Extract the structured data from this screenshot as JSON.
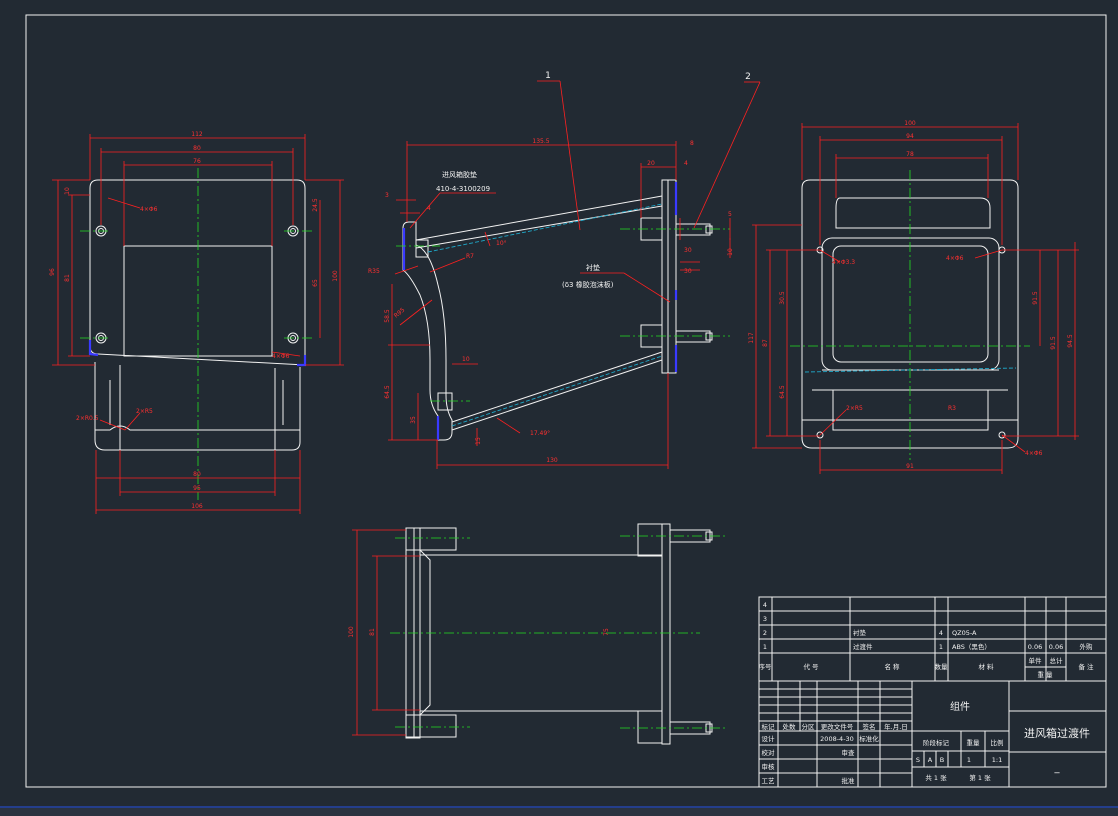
{
  "colors": {
    "background": "#222a33",
    "geometry": "#f2f2f2",
    "dimension": "#ff2020",
    "centerline": "#22dd22",
    "hidden": "#1fa8c9",
    "highlight": "#3a3aff"
  },
  "callouts": {
    "part1": "1",
    "part2": "2"
  },
  "labels": {
    "flange_title": "进风箱胶垫",
    "flange_code": "410-4-3100209",
    "liner_title": "衬垫",
    "liner_sub": "(δ3 橡胶泡沫板)"
  },
  "dims": {
    "front": {
      "w_overall_top": "112",
      "w_mid": "80",
      "w_inner": "76",
      "h_left_outer": "96",
      "h_left_inner": "81",
      "h_right": "100",
      "h_right_inner": "65",
      "small_top_left": "10",
      "small_top_right": "24.5",
      "hole_tl": "4×Φ6",
      "hole_br": "4×Φ6",
      "w_bottom_inner": "80",
      "w_bottom_mid": "95",
      "w_bottom_outer": "106",
      "notch_left": "2×R0.5",
      "notch_right": "2×R5"
    },
    "side": {
      "top_length": "135.5",
      "right_small": "8",
      "right_top1": "20",
      "right_top2": "4",
      "left_3": "3",
      "left_4": "4",
      "angle_top": "10°",
      "r_mid": "R7",
      "r_left": "R35",
      "h_58": "58.5",
      "r_bend": "R95",
      "h_left_bottom": "64.5",
      "h_10": "10",
      "h_35": "35",
      "h_15": "15",
      "angle_bottom": "17.49°",
      "bottom_length": "130",
      "right_30a": "30",
      "right_30b": "30",
      "bolt_5": "5",
      "bolt_10": "10"
    },
    "right": {
      "w_overall": "100",
      "w_94": "94",
      "w_78": "78",
      "h_left": "117",
      "h_87": "87",
      "h_30": "30.5",
      "h_64": "64.5",
      "h_91": "91.5",
      "h_94": "94.5",
      "hole_l": "4×Φ3.3",
      "hole_r": "4×Φ6",
      "slot_l": "2×R5",
      "slot_r": "R3",
      "hole_br": "4×Φ6",
      "w_bottom": "91"
    },
    "top": {
      "h_outer": "100",
      "h_inner": "81",
      "center": "75"
    }
  },
  "bom": {
    "rows": [
      {
        "seq": "4",
        "code": "",
        "name": "",
        "qty": "",
        "material": "",
        "unit": "",
        "total": "",
        "note": ""
      },
      {
        "seq": "3",
        "code": "",
        "name": "",
        "qty": "",
        "material": "",
        "unit": "",
        "total": "",
        "note": ""
      },
      {
        "seq": "2",
        "code": "",
        "name": "衬垫",
        "qty": "4",
        "material": "QZ05-A",
        "unit": "",
        "total": "",
        "note": ""
      },
      {
        "seq": "1",
        "code": "",
        "name": "过渡件",
        "qty": "1",
        "material": "ABS（黑色）",
        "unit": "0.06",
        "total": "0.06",
        "note": "外购"
      }
    ],
    "header": {
      "seq": "序号",
      "code": "代  号",
      "name": "名  称",
      "qty": "数量",
      "material": "材  料",
      "unit": "单件",
      "total": "总计",
      "weight": "重  量",
      "note": "备  注"
    }
  },
  "title_block": {
    "assembly": "组件",
    "drawing_name": "进风箱过渡件",
    "dash": "_",
    "rows": [
      [
        "标记",
        "处数",
        "分区",
        "更改文件号",
        "签名",
        "年.月.日"
      ],
      [
        "设计",
        "",
        "2008-4-30",
        "标准化",
        "",
        ""
      ],
      [
        "校对",
        "",
        "",
        "审查",
        "",
        ""
      ],
      [
        "审核",
        "",
        "",
        "",
        "",
        ""
      ],
      [
        "工艺",
        "",
        "",
        "批准",
        "",
        ""
      ]
    ],
    "stage_label": "阶段标记",
    "weight_label": "重量",
    "scale_label": "比例",
    "stage_marks": [
      "S",
      "A",
      "B"
    ],
    "weight_value": "1",
    "scale_value": "1:1",
    "sheet_total": "共 1 张",
    "sheet_no": "第 1 张"
  }
}
